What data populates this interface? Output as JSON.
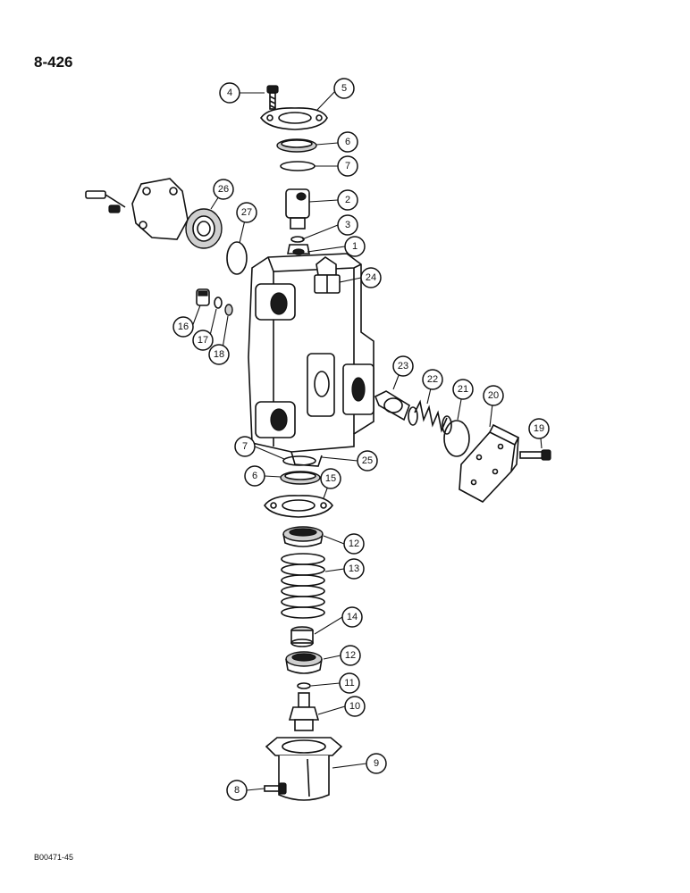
{
  "page_number": "8-426",
  "figure_code": "B00471-45",
  "callouts": [
    {
      "num": "1"
    },
    {
      "num": "2"
    },
    {
      "num": "3"
    },
    {
      "num": "4"
    },
    {
      "num": "5"
    },
    {
      "num": "6"
    },
    {
      "num": "6"
    },
    {
      "num": "7"
    },
    {
      "num": "7"
    },
    {
      "num": "8"
    },
    {
      "num": "9"
    },
    {
      "num": "10"
    },
    {
      "num": "11"
    },
    {
      "num": "12"
    },
    {
      "num": "12"
    },
    {
      "num": "13"
    },
    {
      "num": "14"
    },
    {
      "num": "15"
    },
    {
      "num": "16"
    },
    {
      "num": "17"
    },
    {
      "num": "18"
    },
    {
      "num": "19"
    },
    {
      "num": "20"
    },
    {
      "num": "21"
    },
    {
      "num": "22"
    },
    {
      "num": "23"
    },
    {
      "num": "24"
    },
    {
      "num": "25"
    },
    {
      "num": "26"
    },
    {
      "num": "27"
    }
  ]
}
